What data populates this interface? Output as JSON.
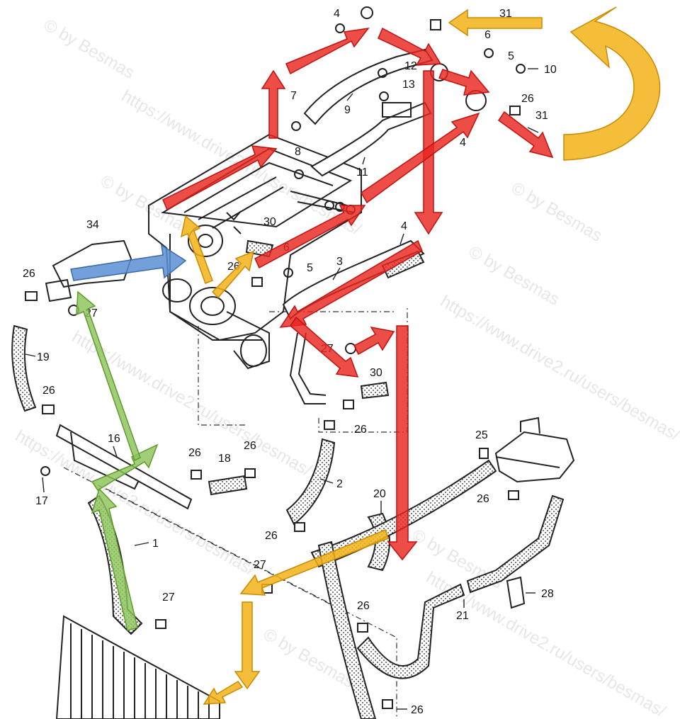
{
  "watermarks": {
    "copyright": "© by Besmas",
    "url": "https://www.drive2.ru/users/besmas/"
  },
  "part_labels": {
    "p1": "1",
    "p2": "2",
    "p3": "3",
    "p4a": "4",
    "p4b": "4",
    "p4c": "4",
    "p5a": "5",
    "p5b": "5",
    "p6a": "6",
    "p6b": "6",
    "p7": "7",
    "p8": "8",
    "p9": "9",
    "p10": "10",
    "p11": "11",
    "p12": "12",
    "p13": "13",
    "p16": "16",
    "p17": "17",
    "p18": "18",
    "p19": "19",
    "p20": "20",
    "p21": "21",
    "p25": "25",
    "p26a": "26",
    "p26b": "26",
    "p26c": "26",
    "p26d": "26",
    "p26e": "26",
    "p26f": "26",
    "p26g": "26",
    "p26h": "26",
    "p26i": "26",
    "p26j": "26",
    "p26k": "26",
    "p27a": "27",
    "p27b": "27",
    "p27c": "27",
    "p27d": "27",
    "p28": "28",
    "p30a": "30",
    "p30b": "30",
    "p31a": "31",
    "p31b": "31",
    "p34": "34"
  },
  "flow_colors": {
    "red": "#e8261f",
    "yellow": "#f2b318",
    "green": "#8cc45a",
    "blue": "#5b8fd3"
  }
}
